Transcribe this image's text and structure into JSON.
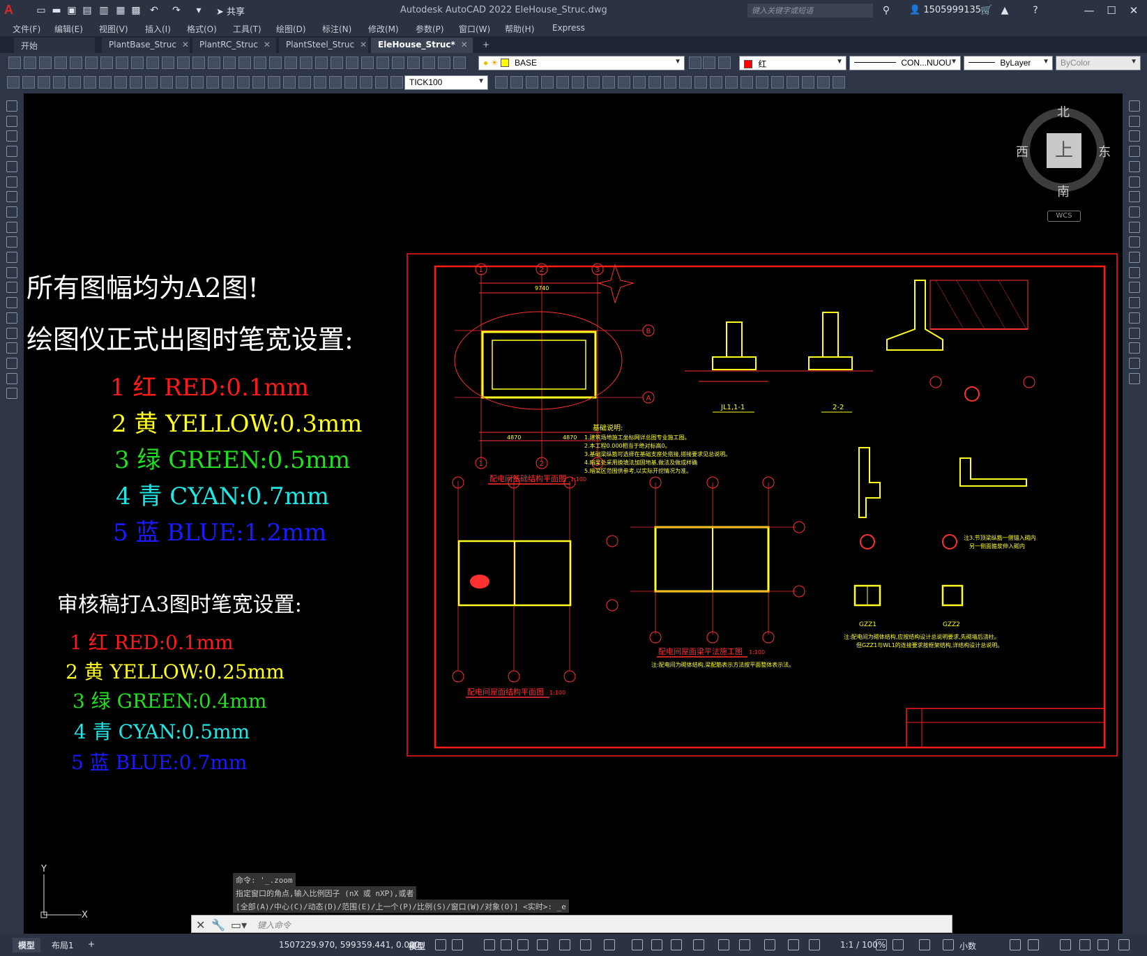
{
  "titlebar": {
    "app_title": "Autodesk AutoCAD 2022    EleHouse_Struc.dwg",
    "share_label": "共享",
    "search_placeholder": "键入关键字或短语",
    "user": "1505999135...",
    "logo": "A"
  },
  "menu": [
    "文件(F)",
    "编辑(E)",
    "视图(V)",
    "插入(I)",
    "格式(O)",
    "工具(T)",
    "绘图(D)",
    "标注(N)",
    "修改(M)",
    "参数(P)",
    "窗口(W)",
    "帮助(H)",
    "Express"
  ],
  "tabs": [
    {
      "label": "开始",
      "closable": false
    },
    {
      "label": "PlantBase_Struc",
      "closable": true
    },
    {
      "label": "PlantRC_Struc",
      "closable": true
    },
    {
      "label": "PlantSteel_Struc",
      "closable": true
    },
    {
      "label": "EleHouse_Struc*",
      "closable": true,
      "active": true
    }
  ],
  "properties": {
    "layer": "BASE",
    "color": "红",
    "linetype": "CON...NUOU",
    "lineweight": "ByLayer",
    "plotstyle": "ByColor",
    "dimstyle": "TICK100",
    "layer_color": "#ffff00",
    "color_swatch": "#ff0000"
  },
  "viewcube": {
    "north": "北",
    "south": "南",
    "east": "东",
    "west": "西",
    "face": "上",
    "wcs": "WCS"
  },
  "notes": {
    "heading1": "所有图幅均为A2图!",
    "heading2": "绘图仪正式出图时笔宽设置:",
    "pens_a2": [
      {
        "text": "1 红 RED:0.1mm",
        "color": "#ff1a1a"
      },
      {
        "text": "2 黄 YELLOW:0.3mm",
        "color": "#ffff20"
      },
      {
        "text": "3 绿 GREEN:0.5mm",
        "color": "#22dd22"
      },
      {
        "text": "4 青 CYAN:0.7mm",
        "color": "#20e6e6"
      },
      {
        "text": "5 蓝 BLUE:1.2mm",
        "color": "#1a1aff"
      }
    ],
    "heading3": "审核稿打A3图时笔宽设置:",
    "pens_a3": [
      {
        "text": "1 红 RED:0.1mm",
        "color": "#ff1a1a"
      },
      {
        "text": "2 黄 YELLOW:0.25mm",
        "color": "#ffff20"
      },
      {
        "text": "3 绿 GREEN:0.4mm",
        "color": "#22dd22"
      },
      {
        "text": "4 青 CYAN:0.5mm",
        "color": "#20e6e6"
      },
      {
        "text": "5 蓝 BLUE:0.7mm",
        "color": "#1a1aff"
      }
    ]
  },
  "drawing": {
    "plan1_title": "配电间基础结构平面图",
    "plan2_title": "配电间屋面结构平面图",
    "plan3_title": "配电间屋面梁平法施工图",
    "scale": "1:100",
    "section1": "JL1,1-1",
    "section2": "2-2",
    "gzz1": "GZZ1",
    "gzz2": "GZZ2",
    "notes_title": "基础说明:",
    "notes_lines": [
      "1.建筑场地施工坐标网详总图专业施工图。",
      "2.本工程0.000相当于绝对标高0。",
      "3.基础梁纵筋可选择在基础支座处搭接,搭接要求见总说明。",
      "4.暗梁处采用换填法加固地基,做法及做成样确",
      "5.暗梁区范围供参考,以实际开挖情况为准。"
    ],
    "roof_note": "注:配电间为砌体结构,梁配筋表示方法按平面整体表示法。",
    "gz_note_1": "注:配电间为砌体结构,应按结构设计总说明要求,先砌墙后浇柱。",
    "gz_note_2": "但GZZ1与WL1的连接要求按框架结构,详结构设计总说明。",
    "section_note_1": "注3.节顶梁纵筋一侧锚入砌内",
    "section_note_2": "另一侧面箍浆伸入砌内",
    "axis_labels": [
      "1",
      "2",
      "3",
      "A",
      "B"
    ],
    "dims": [
      "9740",
      "4870",
      "4870"
    ]
  },
  "command": {
    "history": [
      "命令: '_.zoom",
      "指定窗口的角点,输入比例因子 (nX 或 nXP),或者",
      "[全部(A)/中心(C)/动态(D)/范围(E)/上一个(P)/比例(S)/窗口(W)/对象(O)] <实时>: _e"
    ],
    "placeholder": "键入命令"
  },
  "ucs": {
    "y": "Y",
    "x": "X"
  },
  "status": {
    "layout_tabs": [
      "模型",
      "布局1"
    ],
    "coords": "1507229.970, 599359.441, 0.000",
    "model": "模型",
    "scale": "1:1 / 100%",
    "units": "小数"
  }
}
